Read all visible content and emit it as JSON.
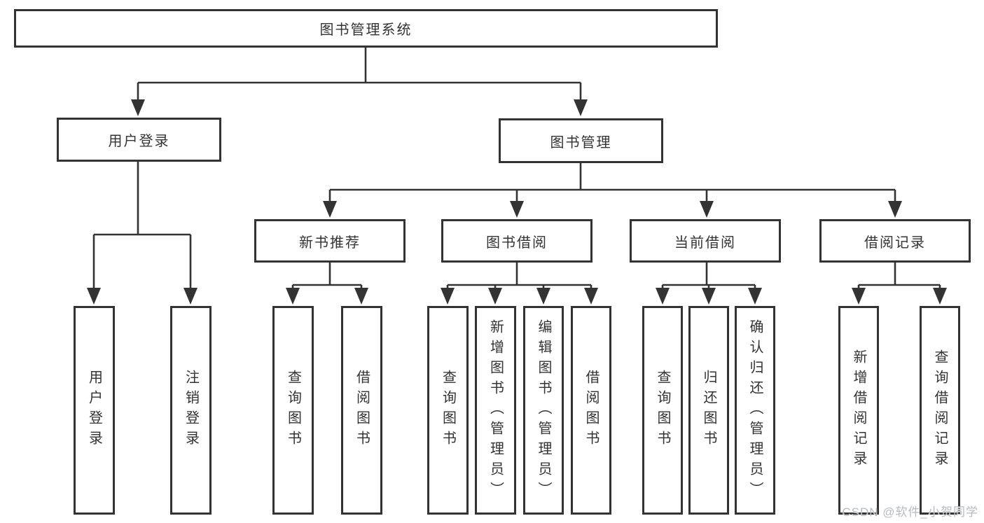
{
  "tree": {
    "root": {
      "label": "图书管理系统"
    },
    "branches": [
      {
        "label": "用户登录",
        "children": [
          {
            "label": "用户登录"
          },
          {
            "label": "注销登录"
          }
        ]
      },
      {
        "label": "图书管理",
        "children": [
          {
            "label": "新书推荐",
            "children": [
              {
                "label": "查询图书"
              },
              {
                "label": "借阅图书"
              }
            ]
          },
          {
            "label": "图书借阅",
            "children": [
              {
                "label": "查询图书"
              },
              {
                "label": "新增图书（管理员）"
              },
              {
                "label": "编辑图书（管理员）"
              },
              {
                "label": "借阅图书"
              }
            ]
          },
          {
            "label": "当前借阅",
            "children": [
              {
                "label": "查询图书"
              },
              {
                "label": "归还图书"
              },
              {
                "label": "确认归还（管理员）"
              }
            ]
          },
          {
            "label": "借阅记录",
            "children": [
              {
                "label": "新增借阅记录"
              },
              {
                "label": "查询借阅记录"
              }
            ]
          }
        ]
      }
    ]
  },
  "watermark": "CSDN @软件_小贺同学",
  "colors": {
    "line": "#333333",
    "box_border": "#333333",
    "text": "#333333",
    "watermark": "#b7bbbf",
    "background": "#ffffff"
  }
}
